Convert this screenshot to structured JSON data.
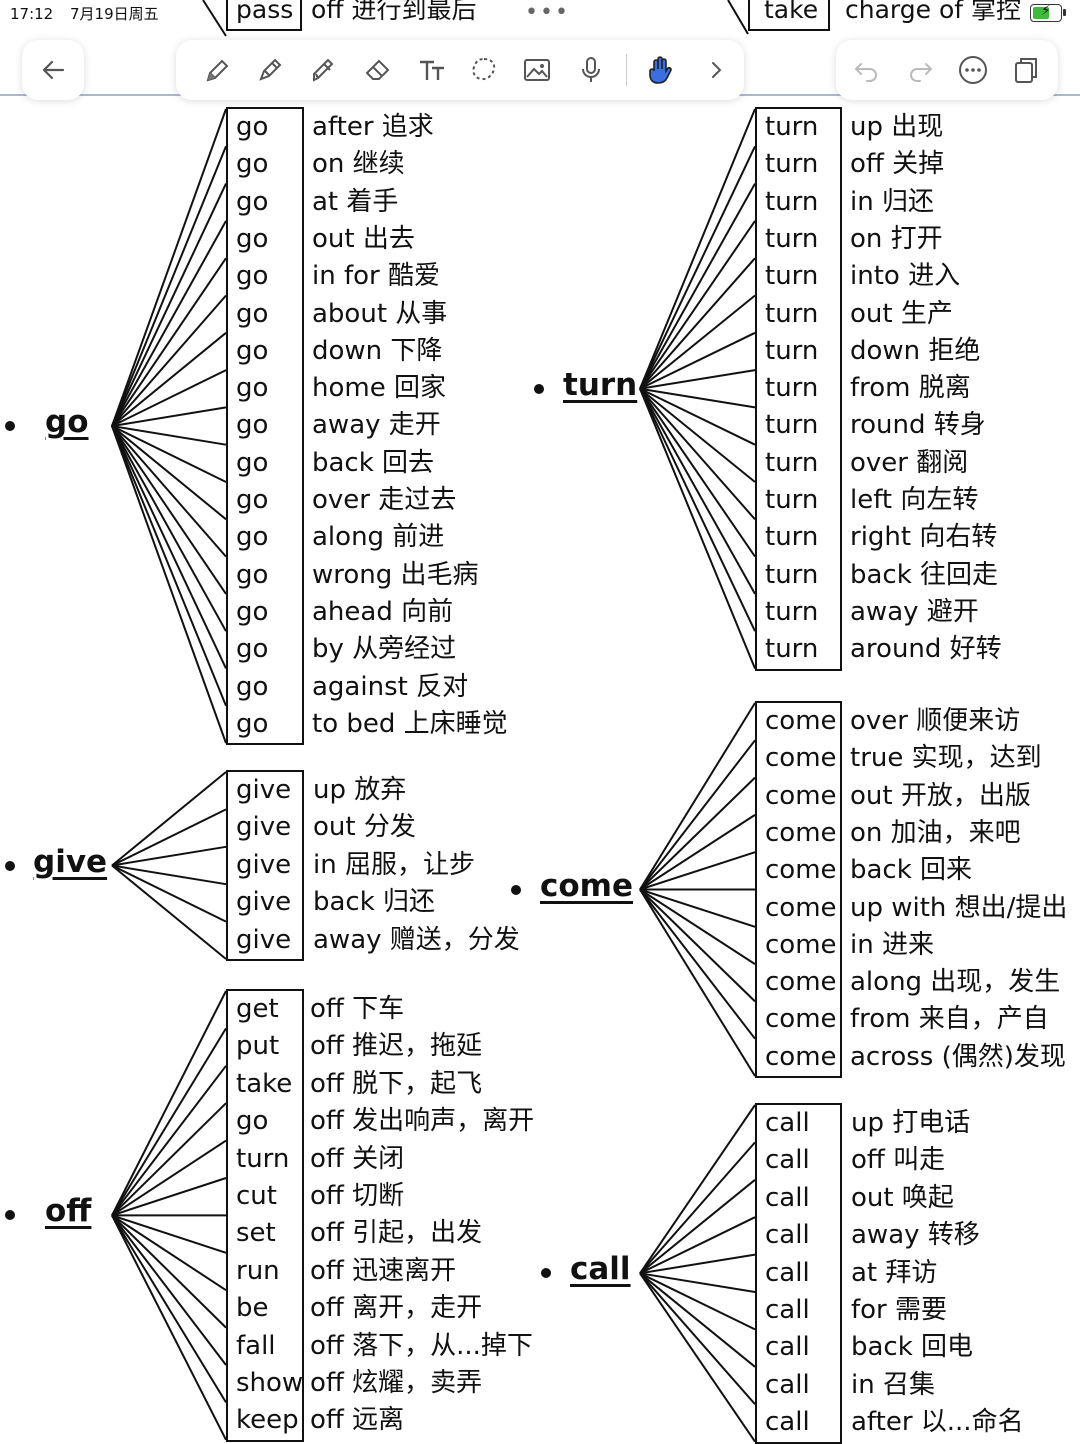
{
  "status_bar": {
    "time": "17:12",
    "date": "7月19日周五"
  },
  "top_fragments": {
    "pass": "pass",
    "off_phrase": "off  进行到最后",
    "take": "take",
    "charge_of": "charge of 掌控"
  },
  "toolbar": {
    "back_icon": "arrow-left-icon",
    "tools": [
      "pencil-icon",
      "pen-icon",
      "highlighter-icon",
      "eraser-icon",
      "text-tool-icon",
      "lasso-icon",
      "image-icon",
      "microphone-icon",
      "hand-icon",
      "chevron-right-icon"
    ],
    "actions": [
      "undo-icon",
      "redo-icon",
      "more-icon",
      "pages-icon"
    ]
  },
  "groups": [
    {
      "id": "go",
      "head": "go",
      "verbs": [
        "go",
        "go",
        "go",
        "go",
        "go",
        "go",
        "go",
        "go",
        "go",
        "go",
        "go",
        "go",
        "go",
        "go",
        "go",
        "go",
        "go"
      ],
      "meanings": [
        "after  追求",
        "on   继续",
        "at  着手",
        "out  出去",
        "in for  酷爱",
        "about  从事",
        "down  下降",
        "home  回家",
        "away 走开",
        "back 回去",
        "over 走过去",
        "along 前进",
        "wrong 出毛病",
        "ahead 向前",
        "by  从旁经过",
        "against 反对",
        "to bed 上床睡觉"
      ]
    },
    {
      "id": "give",
      "head": "give",
      "verbs": [
        "give",
        "give",
        "give",
        "give",
        "give"
      ],
      "meanings": [
        "up  放弃",
        "out 分发",
        "in 屈服，让步",
        "back 归还",
        "away 赠送，分发"
      ]
    },
    {
      "id": "off",
      "head": "off",
      "verbs": [
        "get",
        "put",
        "take",
        "go",
        "turn",
        "cut",
        "set",
        "run",
        "be",
        "fall",
        "show",
        "keep"
      ],
      "meanings": [
        "off 下车",
        "off 推迟，拖延",
        " off 脱下，起飞",
        "off 发出响声，离开",
        "off 关闭",
        "off 切断",
        "off 引起，出发",
        "off 迅速离开",
        "off 离开，走开",
        "off 落下，从...掉下",
        "off 炫耀，卖弄",
        "off 远离"
      ]
    },
    {
      "id": "turn",
      "head": "turn",
      "verbs": [
        "turn",
        "turn",
        "turn",
        "turn",
        "turn",
        "turn",
        "turn",
        "turn",
        "turn",
        "turn",
        "turn",
        "turn",
        "turn",
        "turn",
        "turn"
      ],
      "meanings": [
        "up 出现",
        "off 关掉",
        "in 归还",
        "on 打开",
        "into 进入",
        "out 生产",
        "down 拒绝",
        "from 脱离",
        "round 转身",
        "over 翻阅",
        "left 向左转",
        "right 向右转",
        "back 往回走",
        "away 避开",
        "around 好转"
      ]
    },
    {
      "id": "come",
      "head": "come",
      "verbs": [
        "come",
        "come",
        "come",
        "come",
        "come",
        "come",
        "come",
        "come",
        "come",
        "come"
      ],
      "meanings": [
        "over 顺便来访",
        "true 实现，达到",
        "out 开放，出版",
        "on 加油，来吧",
        "back 回来",
        "up with 想出/提出",
        "in 进来",
        "along 出现，发生",
        "from 来自，产自",
        "across (偶然)发现"
      ]
    },
    {
      "id": "call",
      "head": "call",
      "verbs": [
        "call",
        "call",
        "call",
        "call",
        "call",
        "call",
        "call",
        "call",
        "call"
      ],
      "meanings": [
        "up 打电话",
        "off 叫走",
        "out 唤起",
        "away 转移",
        "at 拜访",
        "for 需要",
        "back 回电",
        "in 召集",
        "after 以...命名"
      ]
    }
  ]
}
